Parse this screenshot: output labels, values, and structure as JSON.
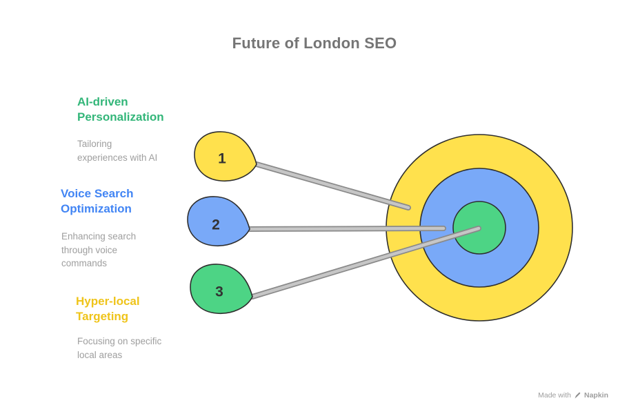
{
  "title": "Future of London SEO",
  "items": [
    {
      "number": "1",
      "heading": "AI-driven\nPersonalization",
      "description": "Tailoring\nexperiences with AI",
      "accent": "#33B679",
      "shape_fill": "#FFE14D"
    },
    {
      "number": "2",
      "heading": "Voice Search\nOptimization",
      "description": "Enhancing search\nthrough voice\ncommands",
      "accent": "#4285F4",
      "shape_fill": "#79A9F8"
    },
    {
      "number": "3",
      "heading": "Hyper-local\nTargeting",
      "description": "Focusing on specific\nlocal areas",
      "accent": "#EFC41A",
      "shape_fill": "#4DD485"
    }
  ],
  "target": {
    "outer_fill": "#FFE14D",
    "middle_fill": "#79A9F8",
    "inner_fill": "#4DD485"
  },
  "colors": {
    "outline": "#2E2E2E",
    "connector": "#C6C6C6",
    "connector_edge": "#8A8A8A",
    "description": "#9E9E9E",
    "title": "#757575",
    "number": "#333333",
    "watermark": "#9E9E9E"
  },
  "watermark": {
    "prefix": "Made with",
    "brand": "Napkin"
  }
}
